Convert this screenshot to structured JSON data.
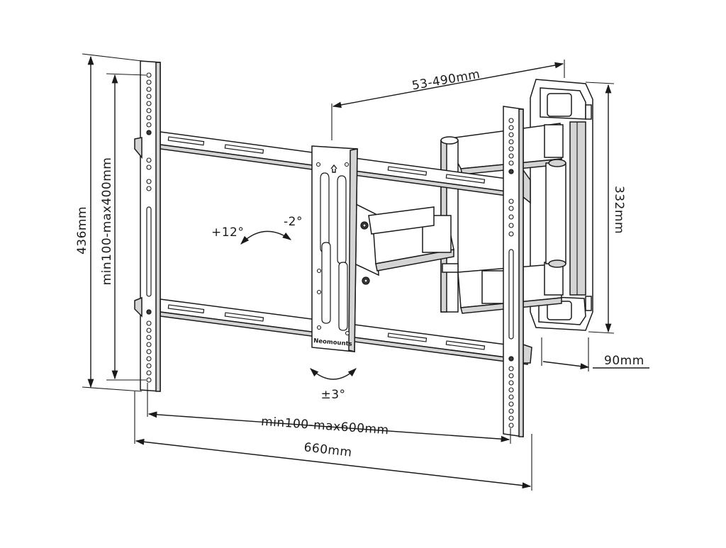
{
  "diagram": {
    "dimensions": {
      "height_total": "436mm",
      "height_vesa": "min100-max400mm",
      "extension": "53-490mm",
      "depth_right": "332mm",
      "wall_depth": "90mm",
      "width_vesa": "min100-max600mm",
      "width_total": "660mm"
    },
    "tilt": {
      "up": "+12°",
      "down": "-2°"
    },
    "swivel": "±3°",
    "brand": "Neomounts",
    "colors": {
      "line": "#1a1a1a",
      "shade": "#d4d4d4",
      "dark": "#3a3a3a"
    }
  }
}
